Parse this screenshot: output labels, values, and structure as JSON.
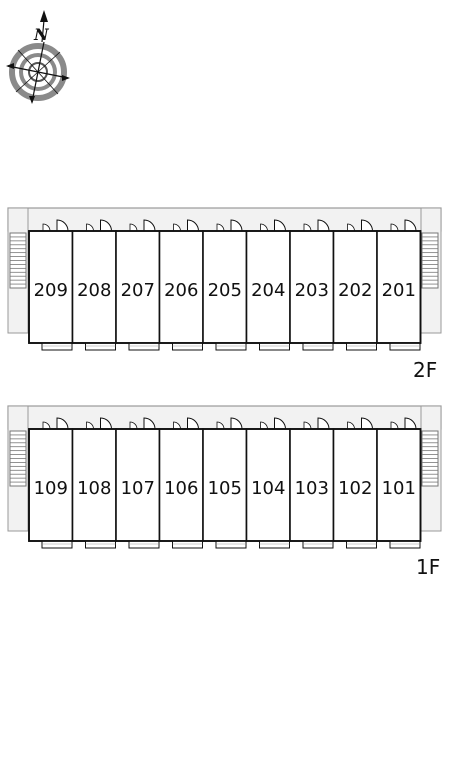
{
  "compass": {
    "north_label": "N",
    "icon": "compass-rose-icon"
  },
  "floors": [
    {
      "key": "2F",
      "label": "2F",
      "units": [
        "209",
        "208",
        "207",
        "206",
        "205",
        "204",
        "203",
        "202",
        "201"
      ]
    },
    {
      "key": "1F",
      "label": "1F",
      "units": [
        "109",
        "108",
        "107",
        "106",
        "105",
        "104",
        "103",
        "102",
        "101"
      ]
    }
  ],
  "colors": {
    "line": "#111111",
    "corridor_fill": "#f2f2f2",
    "corridor_stroke": "#999999",
    "ring_gray": "#8a8a8a"
  }
}
